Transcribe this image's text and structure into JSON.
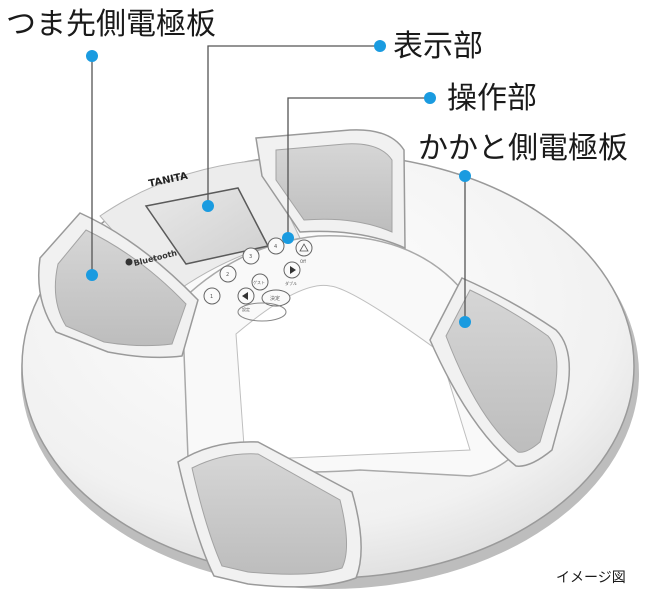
{
  "labels": {
    "toe_electrode": "つま先側電極板",
    "display": "表示部",
    "controls": "操作部",
    "heel_electrode": "かかと側電極板"
  },
  "device": {
    "brand": "TANITA",
    "bluetooth": "Bluetooth",
    "buttons": {
      "b1": "1",
      "b2": "2",
      "b3": "3",
      "b4": "4",
      "b5": "ゲスト",
      "b6": "Off",
      "b7": "決定",
      "b8": "設定",
      "b9": "ダブル"
    }
  },
  "caption": "イメージ図",
  "colors": {
    "accent": "#1a9be0",
    "electrode": "#c9c9c9",
    "body": "#f4f4f4"
  }
}
